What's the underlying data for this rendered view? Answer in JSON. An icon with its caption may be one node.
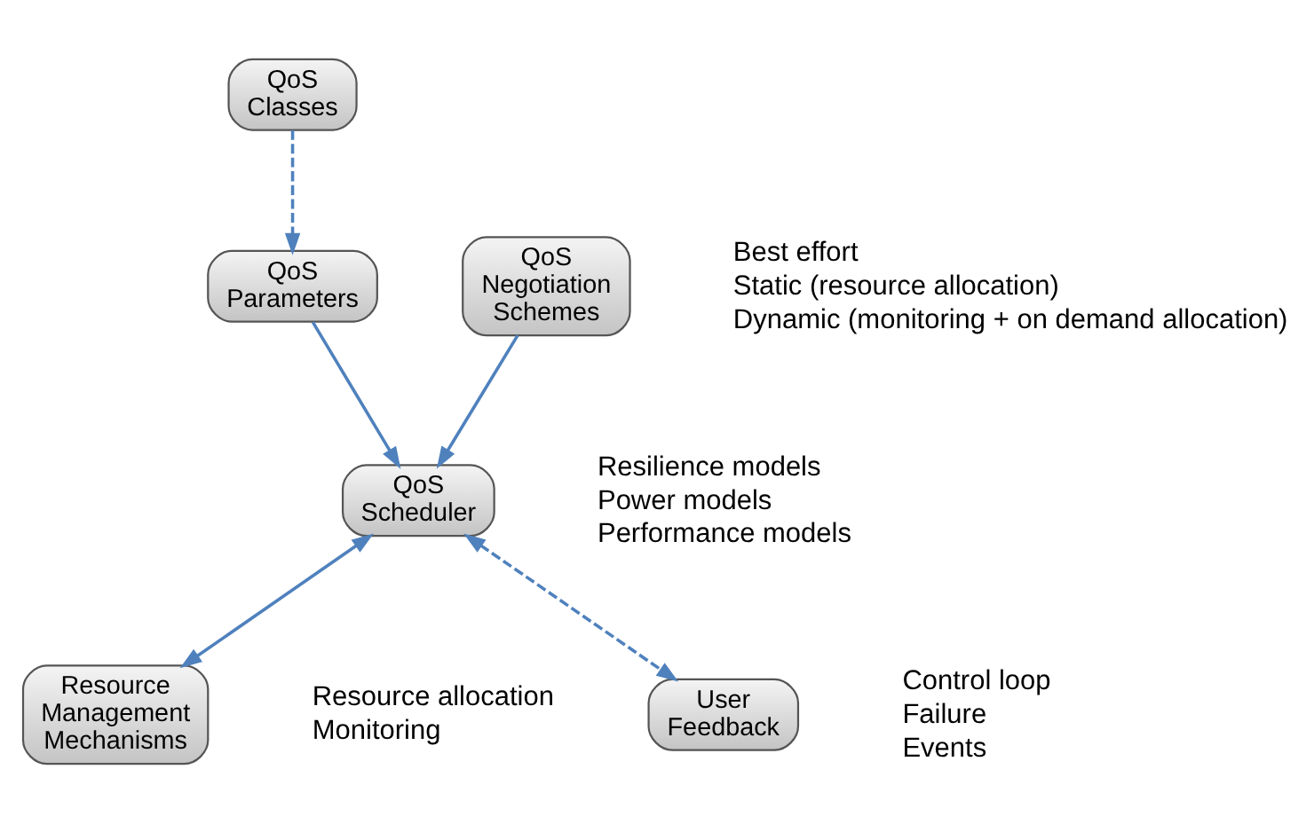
{
  "diagram": {
    "nodes": [
      {
        "text": [
          "QoS Classes"
        ]
      },
      {
        "text": [
          "QoS Negotiation Schemes"
        ],
        "beside": [
          "Best effort",
          "Static (resource allocation)",
          "Dynamic (monitoring + on demand allocation)"
        ]
      },
      {
        "text": [
          "QoS Parameters"
        ]
      },
      {
        "text": [
          "QoS Scheduler"
        ],
        "beside": [
          "Resilience models",
          "Power models",
          "Performance models"
        ]
      },
      {
        "text": [
          "Resource Management Mechanisms"
        ],
        "beside": [
          "Resource allocation",
          "Monitoring"
        ]
      },
      {
        "text": [
          "User Feedback"
        ],
        "beside": [
          "Control loop",
          "Failure",
          "Events"
        ]
      }
    ],
    "edges": [
      {
        "from": 0,
        "to": 2,
        "arrow": "to",
        "style": "dashed"
      },
      {
        "from": 1,
        "to": 3,
        "arrow": "to"
      },
      {
        "from": 2,
        "to": 3,
        "arrow": "to"
      },
      {
        "from": 3,
        "to": 4,
        "arrow": "both"
      },
      {
        "from": 3,
        "to": 5,
        "arrow": "both",
        "style": "dashed"
      }
    ]
  }
}
